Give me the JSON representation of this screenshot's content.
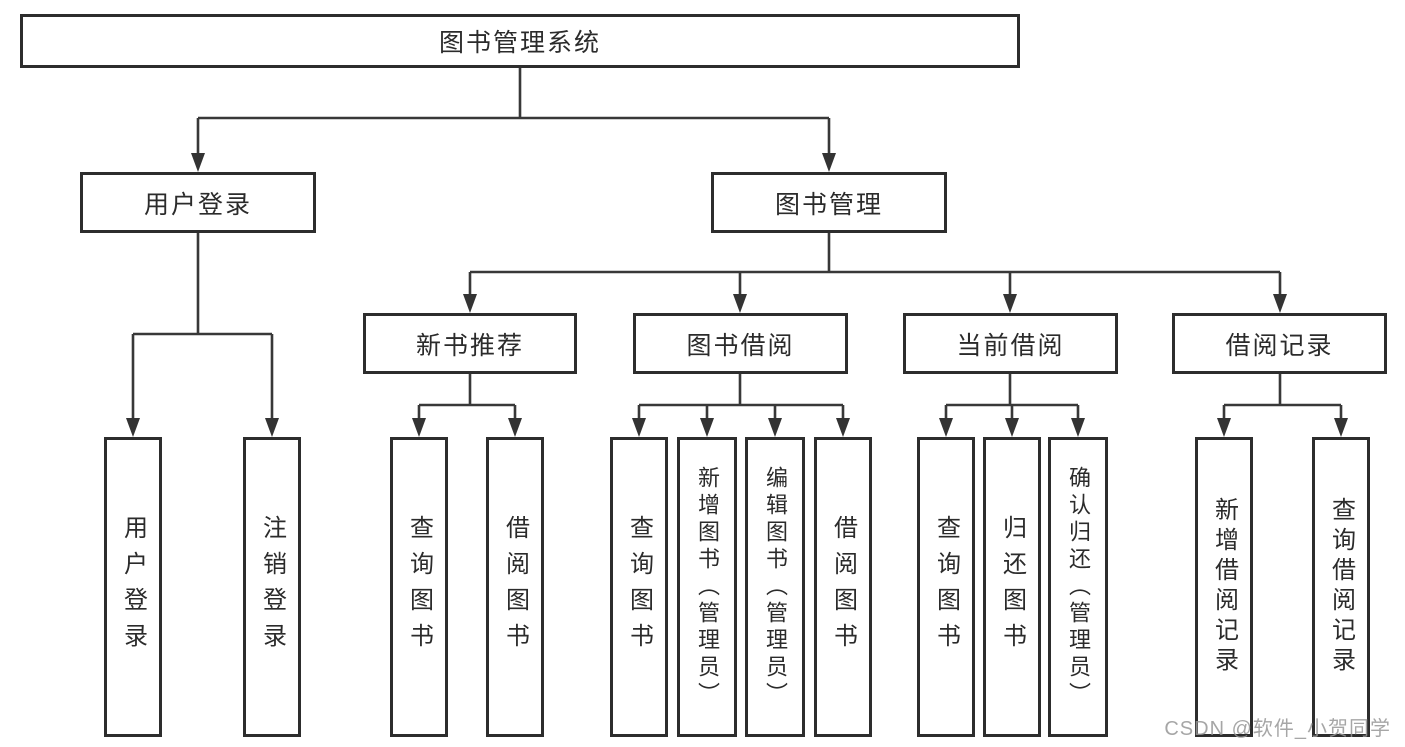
{
  "diagram": {
    "root": {
      "label": "图书管理系统"
    },
    "user": {
      "label": "用户登录",
      "children": [
        {
          "label": "用户登录"
        },
        {
          "label": "注销登录"
        }
      ]
    },
    "book": {
      "label": "图书管理",
      "groups": [
        {
          "label": "新书推荐",
          "children": [
            {
              "label": "查询图书"
            },
            {
              "label": "借阅图书"
            }
          ]
        },
        {
          "label": "图书借阅",
          "children": [
            {
              "label": "查询图书"
            },
            {
              "label": "新增图书（管理员）"
            },
            {
              "label": "编辑图书（管理员）"
            },
            {
              "label": "借阅图书"
            }
          ]
        },
        {
          "label": "当前借阅",
          "children": [
            {
              "label": "查询图书"
            },
            {
              "label": "归还图书"
            },
            {
              "label": "确认归还（管理员）"
            }
          ]
        },
        {
          "label": "借阅记录",
          "children": [
            {
              "label": "新增借阅记录"
            },
            {
              "label": "查询借阅记录"
            }
          ]
        }
      ]
    },
    "watermark": "CSDN @软件_小贺同学",
    "colors": {
      "line": "#383838",
      "border": "#2d2d2d",
      "text": "#2b2b2b",
      "watermark": "#969696"
    }
  }
}
